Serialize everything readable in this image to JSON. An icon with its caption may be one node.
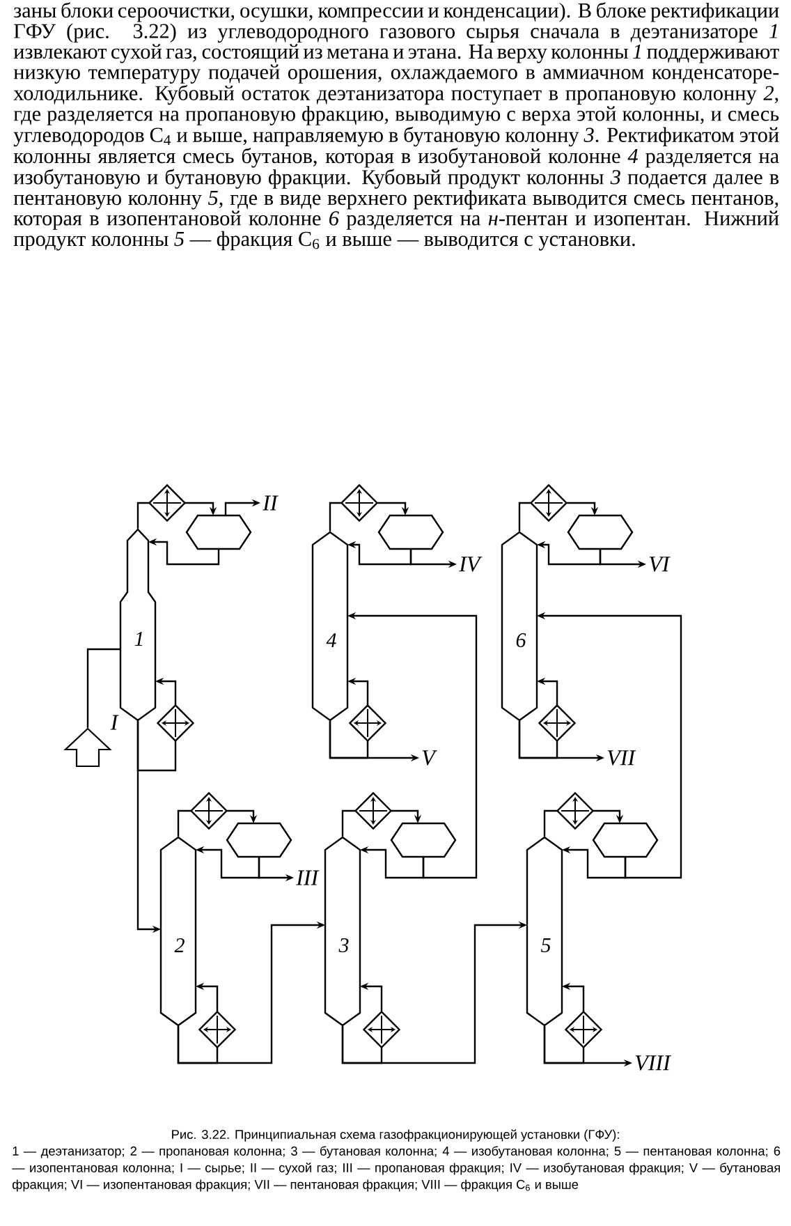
{
  "diagram": {
    "caption": "Рис. 3.22. Принципиальная схема газофракционирующей установки (ГФУ):",
    "nodes": [
      {
        "text": [
          "1"
        ]
      },
      {
        "text": [],
        "shape": "diamond"
      },
      {
        "text": [],
        "shape": "hexagon"
      },
      {
        "text": [],
        "shape": "diamond"
      },
      {
        "text": [
          "4"
        ]
      },
      {
        "text": [],
        "shape": "diamond"
      },
      {
        "text": [],
        "shape": "hexagon"
      },
      {
        "text": [],
        "shape": "diamond"
      },
      {
        "text": [
          "6"
        ]
      },
      {
        "text": [],
        "shape": "diamond"
      },
      {
        "text": [],
        "shape": "hexagon"
      },
      {
        "text": [],
        "shape": "diamond"
      },
      {
        "text": [
          "2"
        ]
      },
      {
        "text": [],
        "shape": "diamond"
      },
      {
        "text": [],
        "shape": "hexagon"
      },
      {
        "text": [],
        "shape": "diamond"
      },
      {
        "text": [
          "3"
        ]
      },
      {
        "text": [],
        "shape": "diamond"
      },
      {
        "text": [],
        "shape": "hexagon"
      },
      {
        "text": [],
        "shape": "diamond"
      },
      {
        "text": [
          "5"
        ]
      },
      {
        "text": [],
        "shape": "diamond"
      },
      {
        "text": [],
        "shape": "hexagon"
      },
      {
        "text": [],
        "shape": "diamond"
      },
      {
        "text": [],
        "shape": "arrow",
        "beside": [
          "I"
        ]
      },
      {
        "text": [
          "II"
        ]
      },
      {
        "text": [
          "III"
        ]
      },
      {
        "text": [
          "IV"
        ]
      },
      {
        "text": [
          "V"
        ]
      },
      {
        "text": [
          "VI"
        ]
      },
      {
        "text": [
          "VII"
        ]
      },
      {
        "text": [
          "VIII"
        ]
      }
    ],
    "edges": [
      {
        "from": 0,
        "to": 1,
        "arrow": "none"
      },
      {
        "from": 1,
        "to": 2,
        "arrow": "to"
      },
      {
        "from": 2,
        "to": 0,
        "arrow": "to"
      },
      {
        "from": 0,
        "to": 3,
        "arrow": "none"
      },
      {
        "from": 3,
        "to": 0,
        "arrow": "to"
      },
      {
        "from": 4,
        "to": 5,
        "arrow": "none"
      },
      {
        "from": 5,
        "to": 6,
        "arrow": "to"
      },
      {
        "from": 6,
        "to": 4,
        "arrow": "to"
      },
      {
        "from": 4,
        "to": 7,
        "arrow": "none"
      },
      {
        "from": 7,
        "to": 4,
        "arrow": "to"
      },
      {
        "from": 8,
        "to": 9,
        "arrow": "none"
      },
      {
        "from": 9,
        "to": 10,
        "arrow": "to"
      },
      {
        "from": 10,
        "to": 8,
        "arrow": "to"
      },
      {
        "from": 8,
        "to": 11,
        "arrow": "none"
      },
      {
        "from": 11,
        "to": 8,
        "arrow": "to"
      },
      {
        "from": 12,
        "to": 13,
        "arrow": "none"
      },
      {
        "from": 13,
        "to": 14,
        "arrow": "to"
      },
      {
        "from": 14,
        "to": 12,
        "arrow": "to"
      },
      {
        "from": 12,
        "to": 15,
        "arrow": "none"
      },
      {
        "from": 15,
        "to": 12,
        "arrow": "to"
      },
      {
        "from": 16,
        "to": 17,
        "arrow": "none"
      },
      {
        "from": 17,
        "to": 18,
        "arrow": "to"
      },
      {
        "from": 18,
        "to": 16,
        "arrow": "to"
      },
      {
        "from": 16,
        "to": 19,
        "arrow": "none"
      },
      {
        "from": 19,
        "to": 16,
        "arrow": "to"
      },
      {
        "from": 20,
        "to": 21,
        "arrow": "none"
      },
      {
        "from": 21,
        "to": 22,
        "arrow": "to"
      },
      {
        "from": 22,
        "to": 20,
        "arrow": "to"
      },
      {
        "from": 20,
        "to": 23,
        "arrow": "none"
      },
      {
        "from": 23,
        "to": 20,
        "arrow": "to"
      },
      {
        "from": 24,
        "to": 0,
        "arrow": "none"
      },
      {
        "from": 2,
        "to": 25,
        "arrow": "to"
      },
      {
        "from": 0,
        "to": 12,
        "arrow": "to"
      },
      {
        "from": 14,
        "to": 26,
        "arrow": "to"
      },
      {
        "from": 12,
        "to": 16,
        "arrow": "to"
      },
      {
        "from": 18,
        "to": 4,
        "arrow": "to"
      },
      {
        "from": 6,
        "to": 27,
        "arrow": "to"
      },
      {
        "from": 4,
        "to": 28,
        "arrow": "to"
      },
      {
        "from": 16,
        "to": 20,
        "arrow": "to"
      },
      {
        "from": 22,
        "to": 8,
        "arrow": "to"
      },
      {
        "from": 10,
        "to": 29,
        "arrow": "to"
      },
      {
        "from": 8,
        "to": 30,
        "arrow": "to"
      },
      {
        "from": 20,
        "to": 31,
        "arrow": "to"
      }
    ],
    "labels": [
      "заны блоки сероочистки, осушки, компрессии и конденсации). В блоке ректификации ГФУ (рис. 3.22) из углеводородного газового сырья сначала в деэтанизаторе *1* извлекают сухой газ, состоящий из метана и этана. На верху колонны *1* поддерживают низкую температуру подачей орошения, охлаждаемого в аммиачном конденсаторе-холодильнике. Кубовый остаток деэтанизатора поступает в пропановую колонну *2*, где разделяется на пропановую фракцию, выводимую с верха этой колонны, и смесь углеводородов C$_{4}$ и выше, направляемую в бутановую колонну *3*. Ректификатом этой колонны является смесь бутанов, которая в изобутановой колонне *4* разделяется на изобутановую и бутановую фракции. Кубовый продукт колонны *3* подается далее в пентановую колонну *5*, где в виде верхнего ректификата выводится смесь пентанов, которая в изопентановой колонне *6* разделяется на *н*-пентан и изопентан. Нижний продукт колонны *5* — фракция C$_{6}$ и выше — выводится с установки.",
      "1 — деэтанизатор; 2 — пропановая колонна; 3 — бутановая колонна; 4 — изобутановая колонна; 5 — пентановая колонна; 6 — изопентановая колонна; I — сырье; II — сухой газ; III — пропановая фракция; IV — изобутановая фракция; V — бутановая фракция; VI — изопентановая фракция; VII — пентановая фракция; VIII — фракция C$_{6}$ и выше"
    ]
  }
}
